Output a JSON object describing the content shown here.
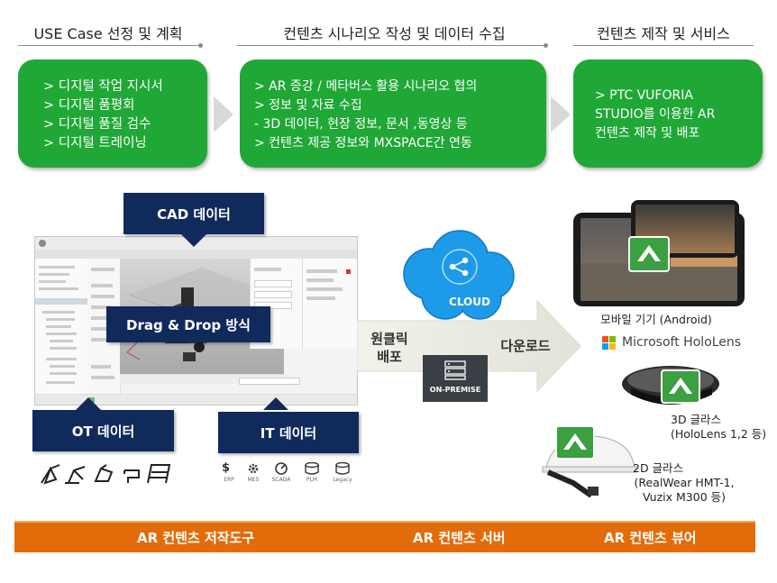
{
  "sections": [
    {
      "title": "USE Case 선정 및 계획"
    },
    {
      "title": "컨텐츠 시나리오 작성 및 데이터 수집"
    },
    {
      "title": "컨텐츠 제작 및 서비스"
    }
  ],
  "boxes": [
    {
      "lines": [
        "> 디지털 작업 지시서",
        "> 디지털 품평회",
        "> 디지털 품질 검수",
        "> 디지털 트레이닝"
      ]
    },
    {
      "lines": [
        "> AR 증강 / 메타버스 활용 시나리오 협의",
        "> 정보 및 자료 수집",
        "- 3D 데이터,  현장 정보, 문서 ,동영상 등",
        "> 컨텐츠 제공 정보와 MXSPACE간 연동"
      ]
    },
    {
      "lines": [
        "> PTC VUFORIA",
        "STUDIO를 이용한 AR",
        "컨텐츠 제작 및 배포"
      ]
    }
  ],
  "labels": {
    "cad": "CAD 데이터",
    "drag_drop": "Drag & Drop 방식",
    "ot": "OT 데이터",
    "it": "IT 데이터",
    "cloud": "CLOUD",
    "on_premise": "ON-PREMISE",
    "one_click_1": "원클릭",
    "one_click_2": "배포",
    "download": "다운로드"
  },
  "it_icons": [
    "ERP",
    "MES",
    "SCADA",
    "PLM",
    "Legacy"
  ],
  "devices": {
    "mobile": "모바일 기기 (Android)",
    "hololens_brand": "Microsoft HoloLens",
    "glass3d_1": "3D 글라스",
    "glass3d_2": "(HoloLens 1,2 등)",
    "glass2d_1": "2D 글라스",
    "glass2d_2": "(RealWear HMT-1,",
    "glass2d_3": "Vuzix M300 등)"
  },
  "bottom_bar": {
    "authoring": "AR 컨텐츠 저작도구",
    "server": "AR 컨텐츠 서버",
    "viewer": "AR 컨텐츠 뷰어"
  },
  "colors": {
    "green": "#1fa836",
    "navy": "#112a5c",
    "orange": "#e36c0a",
    "cloud_blue": "#1e9be8"
  }
}
